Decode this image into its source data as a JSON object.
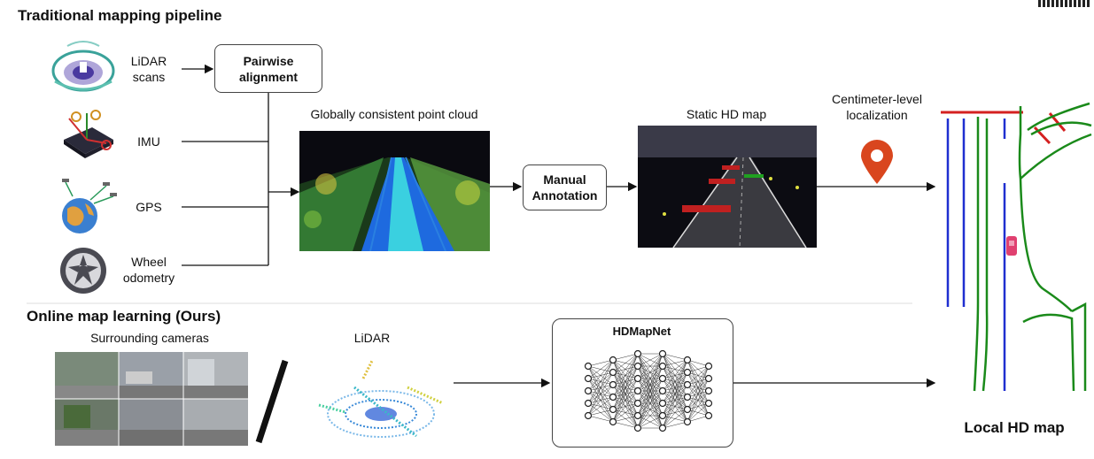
{
  "traditional": {
    "title": "Traditional mapping pipeline",
    "inputs": [
      {
        "label": "LiDAR\nscans",
        "icon": "lidar-scan-icon"
      },
      {
        "label": "IMU",
        "icon": "imu-chip-icon"
      },
      {
        "label": "GPS",
        "icon": "gps-globe-icon"
      },
      {
        "label": "Wheel\nodometry",
        "icon": "wheel-icon"
      }
    ],
    "pairwise_box": "Pairwise\nalignment",
    "point_cloud_label": "Globally consistent point cloud",
    "manual_box": "Manual\nAnnotation",
    "static_map_label": "Static HD map",
    "localization_label": "Centimeter-level\nlocalization"
  },
  "online": {
    "title": "Online map learning (Ours)",
    "cameras_label": "Surrounding cameras",
    "lidar_label": "LiDAR",
    "net_title": "HDMapNet"
  },
  "output": {
    "local_map_label": "Local HD map"
  },
  "colors": {
    "lane_blue": "#1f2fd0",
    "road_green": "#1a8a1a",
    "stop_red": "#d42020",
    "pin": "#d9461e"
  }
}
